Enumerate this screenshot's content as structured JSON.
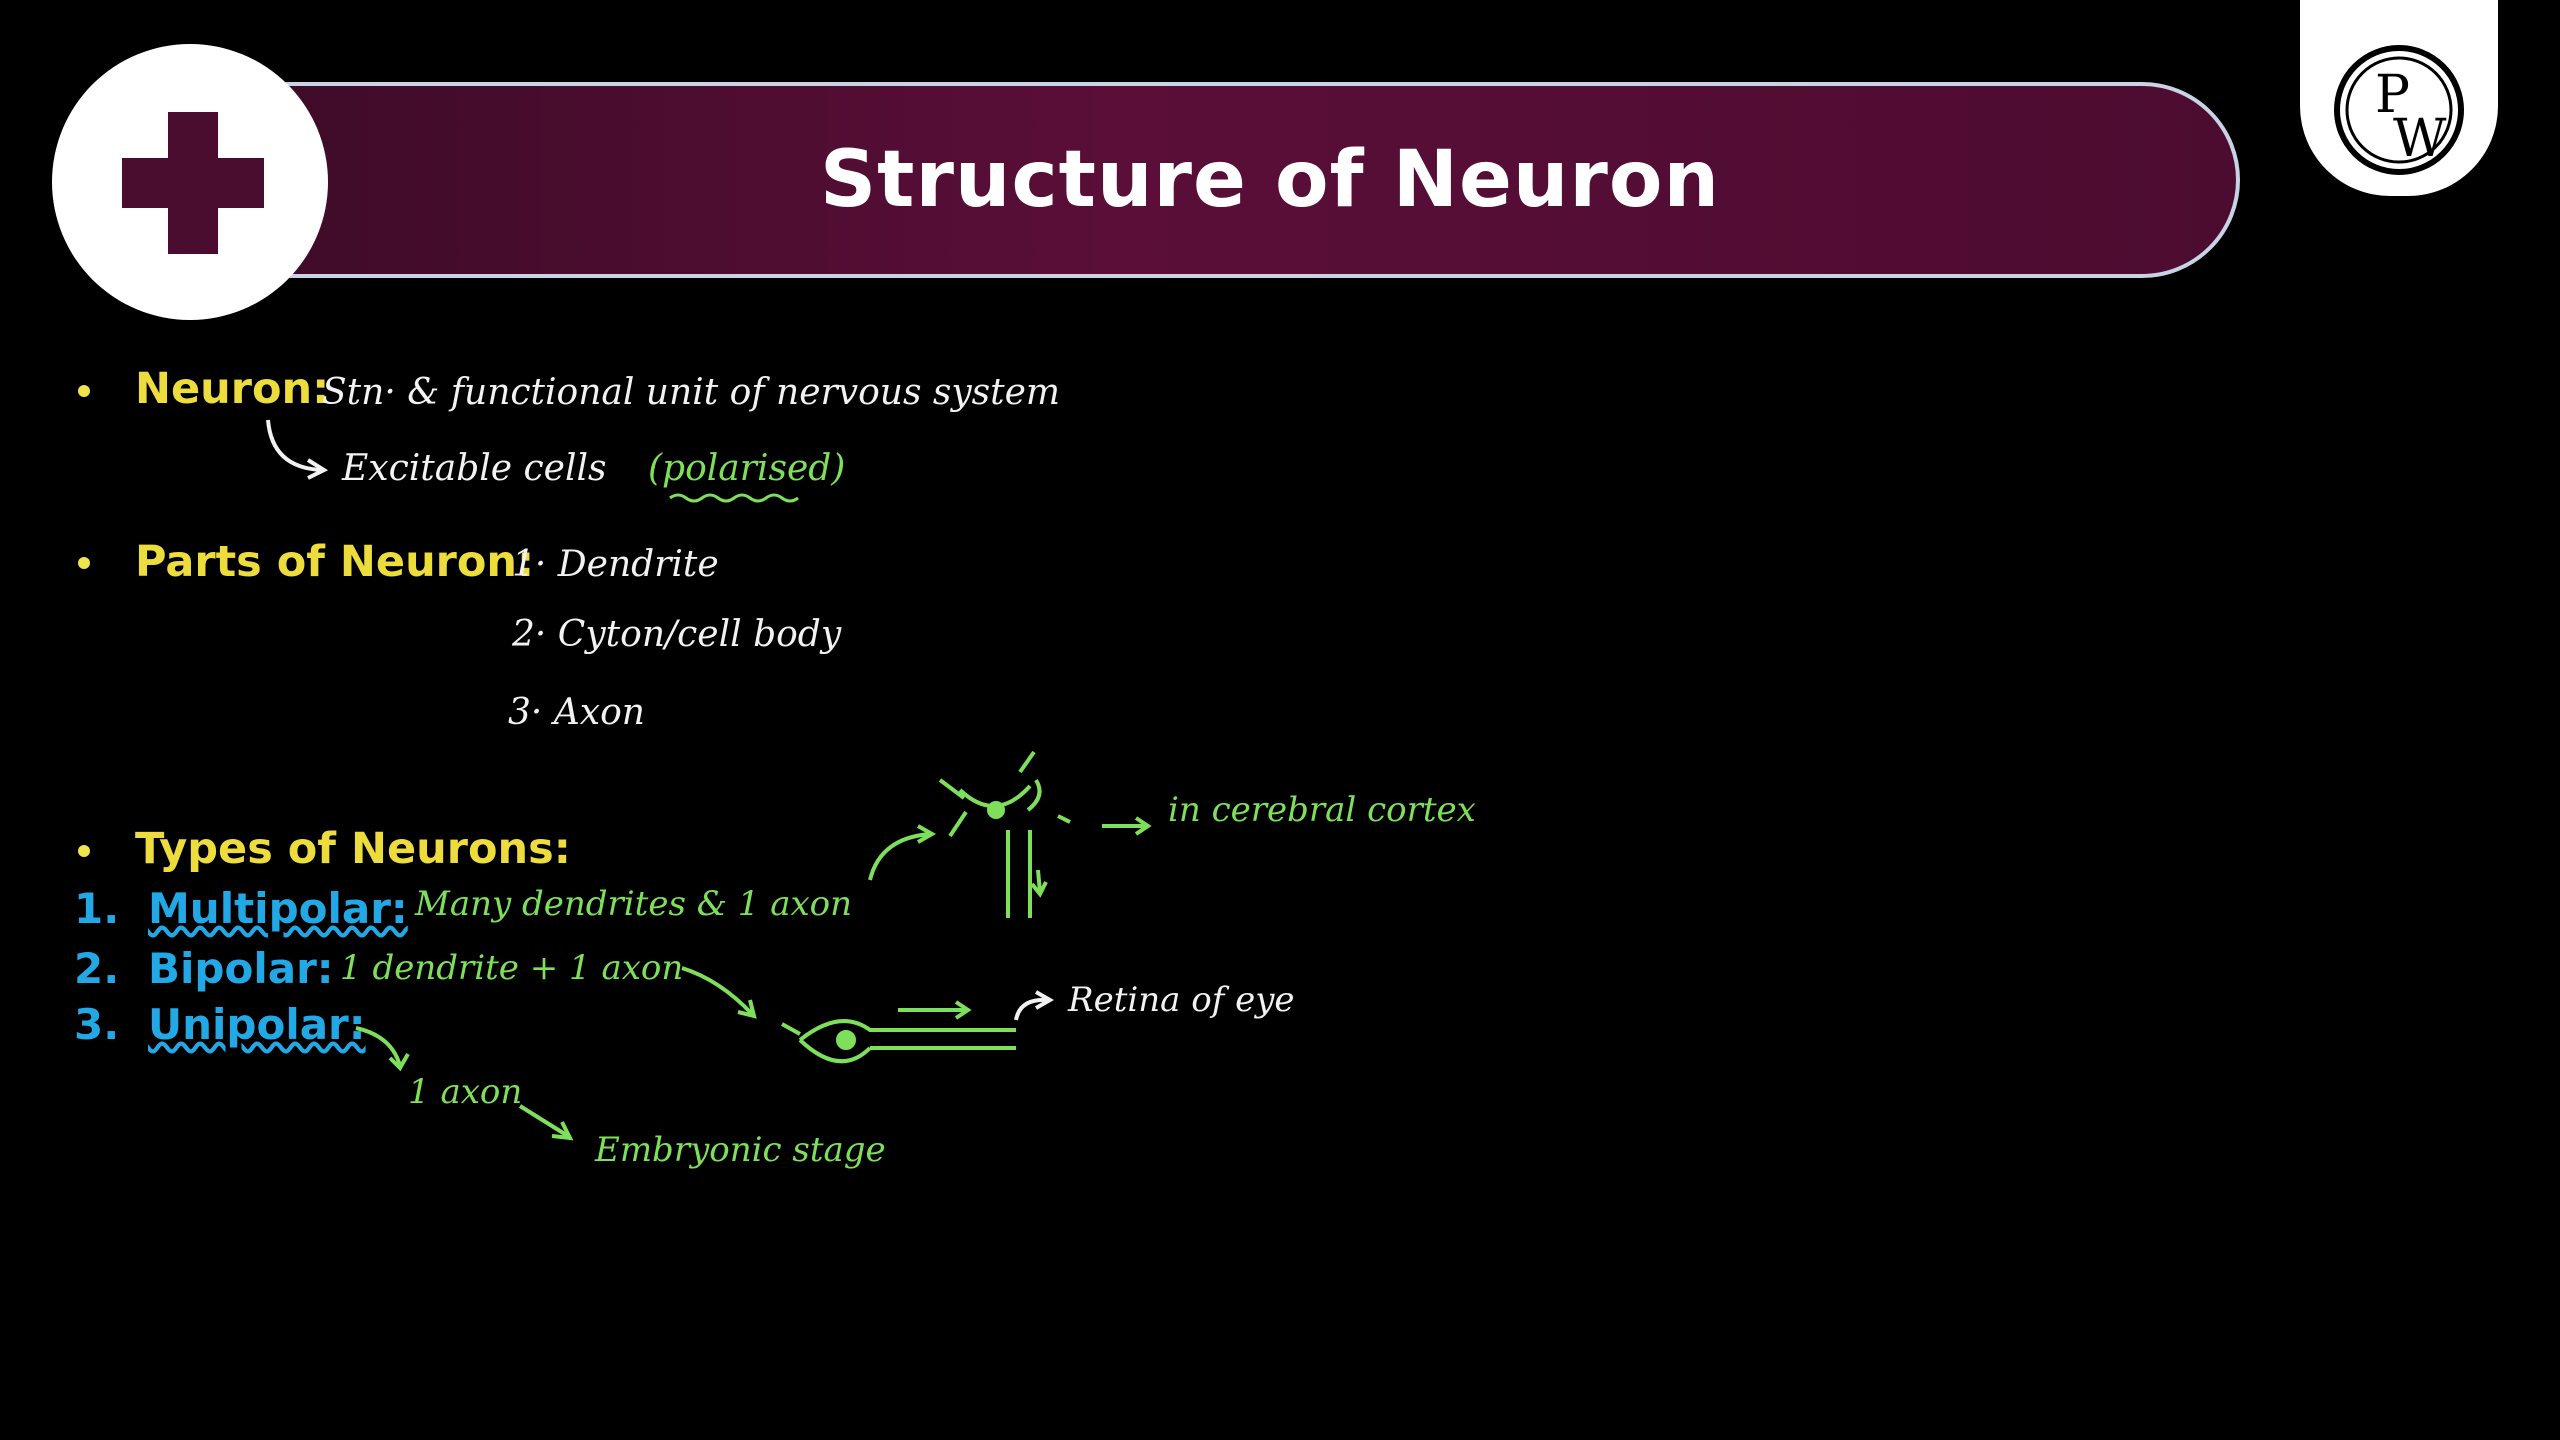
{
  "header": {
    "title": "Structure of Neuron",
    "logo_icon": "medical-plus-icon",
    "brand_logo": "PW"
  },
  "colors": {
    "banner": "#5a0e38",
    "heading_yellow": "#ecdc3c",
    "list_blue": "#23a8e6",
    "ink_white": "#f2f2f2",
    "ink_green": "#7ee05a"
  },
  "neuron": {
    "label": "Neuron:",
    "definition": "Stn· & functional unit of nervous system",
    "sub_note": "Excitable cells",
    "sub_note_paren": "(polarised)"
  },
  "parts": {
    "label": "Parts of Neuron:",
    "items": [
      "1· Dendrite",
      "2· Cyton/cell body",
      "3· Axon"
    ]
  },
  "types": {
    "label": "Types of Neurons:",
    "items": [
      {
        "num": "1.",
        "name": "Multipolar:",
        "note": "Many dendrites & 1 axon",
        "location": "in cerebral cortex"
      },
      {
        "num": "2.",
        "name": "Bipolar:",
        "note": "1 dendrite + 1 axon",
        "location": "Retina of eye"
      },
      {
        "num": "3.",
        "name": "Unipolar:",
        "note": "1 axon",
        "location": "Embryonic stage"
      }
    ]
  }
}
